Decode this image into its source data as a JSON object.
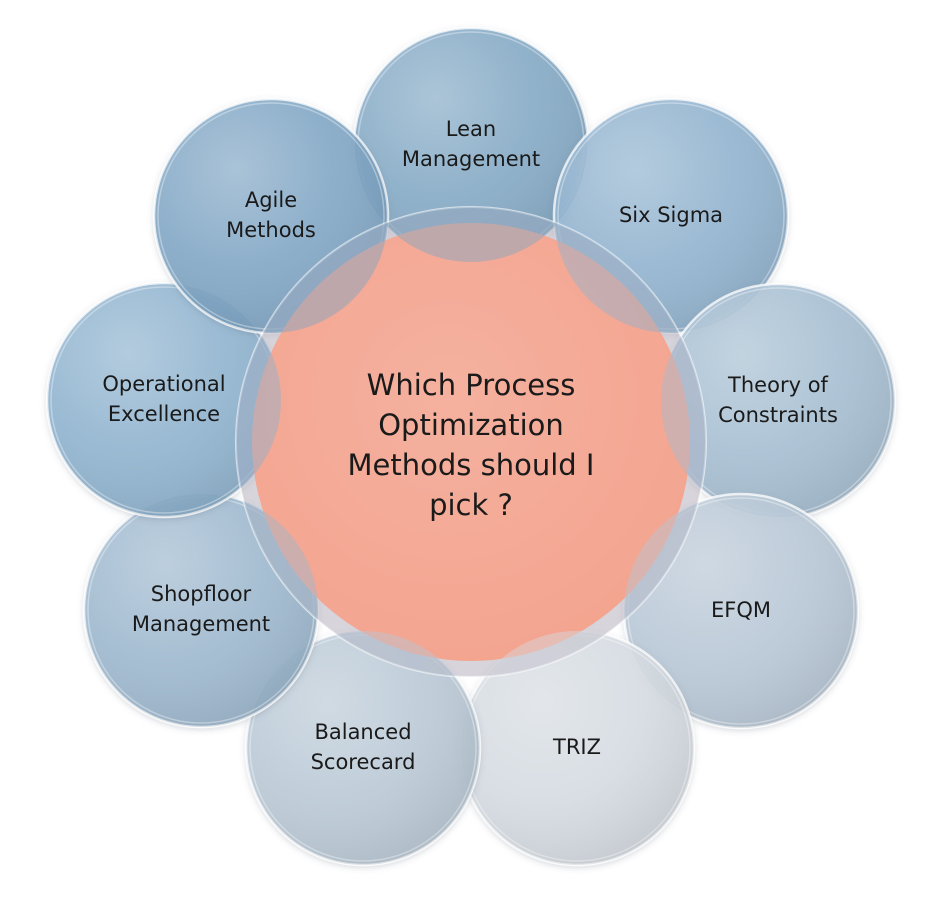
{
  "diagram": {
    "center": {
      "lines": [
        "Which Process",
        "Optimization",
        "Methods should I",
        "pick ?"
      ],
      "fill_color": "#F3A38E",
      "ring_color": "#B7B0BE"
    },
    "nodes": [
      {
        "id": "lean-management",
        "lines": [
          "Lean",
          "Management"
        ],
        "color": "#7FA6C4"
      },
      {
        "id": "six-sigma",
        "lines": [
          "Six Sigma"
        ],
        "color": "#8DB1CE"
      },
      {
        "id": "theory-of-constraints",
        "lines": [
          "Theory of",
          "Constraints"
        ],
        "color": "#A4BDD2"
      },
      {
        "id": "efqm",
        "lines": [
          "EFQM"
        ],
        "color": "#B7C7D6"
      },
      {
        "id": "triz",
        "lines": [
          "TRIZ"
        ],
        "color": "#D6DCE3"
      },
      {
        "id": "balanced-scorecard",
        "lines": [
          "Balanced",
          "Scorecard"
        ],
        "color": "#B8C8D6"
      },
      {
        "id": "shopfloor-management",
        "lines": [
          "Shopfloor",
          "Management"
        ],
        "color": "#9BB7CE"
      },
      {
        "id": "operational-excellence",
        "lines": [
          "Operational",
          "Excellence"
        ],
        "color": "#8CB0CE"
      },
      {
        "id": "agile-methods",
        "lines": [
          "Agile",
          "Methods"
        ],
        "color": "#7CA4C4"
      }
    ]
  }
}
